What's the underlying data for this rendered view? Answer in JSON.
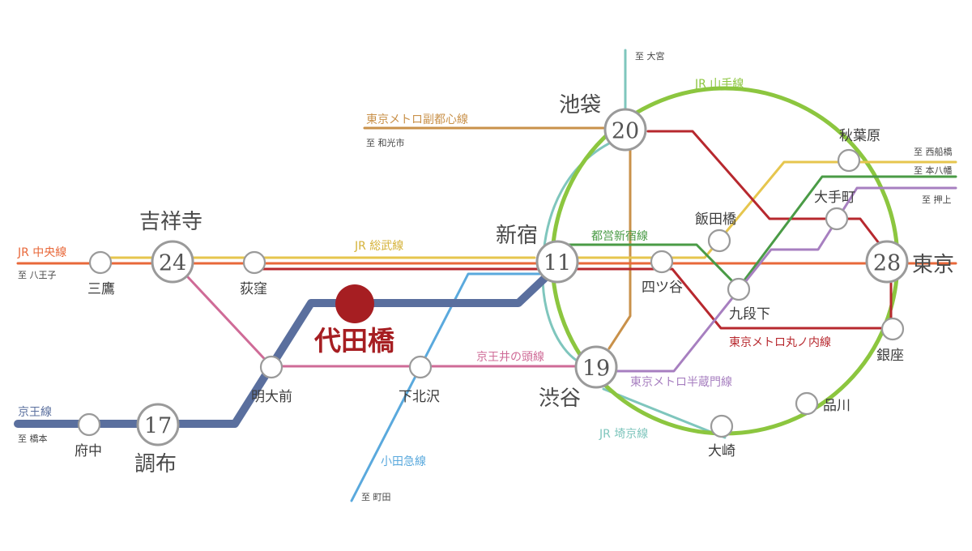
{
  "colors": {
    "yamanote": "#8cc63f",
    "saikyo": "#7fc6bd",
    "chuo": "#e8683a",
    "sobu": "#e6c64e",
    "marunouchi": "#b7282e",
    "fukutoshin": "#c9914a",
    "hanzomon": "#a77fc0",
    "shinjuku_line": "#4a9b46",
    "inokashira": "#cf6b97",
    "odakyu": "#5aa9dd",
    "keio": "#5a6f9e",
    "home": "#a61e22",
    "station_ring": "#9a9a9a"
  },
  "home": {
    "name": "代田橋"
  },
  "lines": {
    "yamanote": "JR 山手線",
    "saikyo": "JR 埼京線",
    "chuo": "JR 中央線",
    "sobu": "JR 総武線",
    "marunouchi": "東京メトロ丸ノ内線",
    "fukutoshin": "東京メトロ副都心線",
    "hanzomon": "東京メトロ半蔵門線",
    "shinjuku_line": "都営新宿線",
    "inokashira": "京王井の頭線",
    "odakyu": "小田急線",
    "keio": "京王線"
  },
  "directions": {
    "omiya": "至 大宮",
    "wako": "至 和光市",
    "nishifunabashi": "至 西船橋",
    "motoyawata": "至 本八幡",
    "oshiage": "至 押上",
    "hachioji": "至 八王子",
    "hashimoto": "至 橋本",
    "machida": "至 町田"
  },
  "hubs": {
    "ikebukuro": {
      "name": "池袋",
      "minutes": "20"
    },
    "shinjuku": {
      "name": "新宿",
      "minutes": "11"
    },
    "shibuya": {
      "name": "渋谷",
      "minutes": "19"
    },
    "tokyo": {
      "name": "東京",
      "minutes": "28"
    },
    "kichijoji": {
      "name": "吉祥寺",
      "minutes": "24"
    },
    "chofu": {
      "name": "調布",
      "minutes": "17"
    }
  },
  "stations": {
    "akihabara": "秋葉原",
    "otemachi": "大手町",
    "iidabashi": "飯田橋",
    "yotsuya": "四ツ谷",
    "kudanshita": "九段下",
    "ginza": "銀座",
    "shinagawa": "品川",
    "osaki": "大崎",
    "mitaka": "三鷹",
    "ogikubo": "荻窪",
    "meidaimae": "明大前",
    "shimokitazawa": "下北沢",
    "fuchu": "府中"
  }
}
